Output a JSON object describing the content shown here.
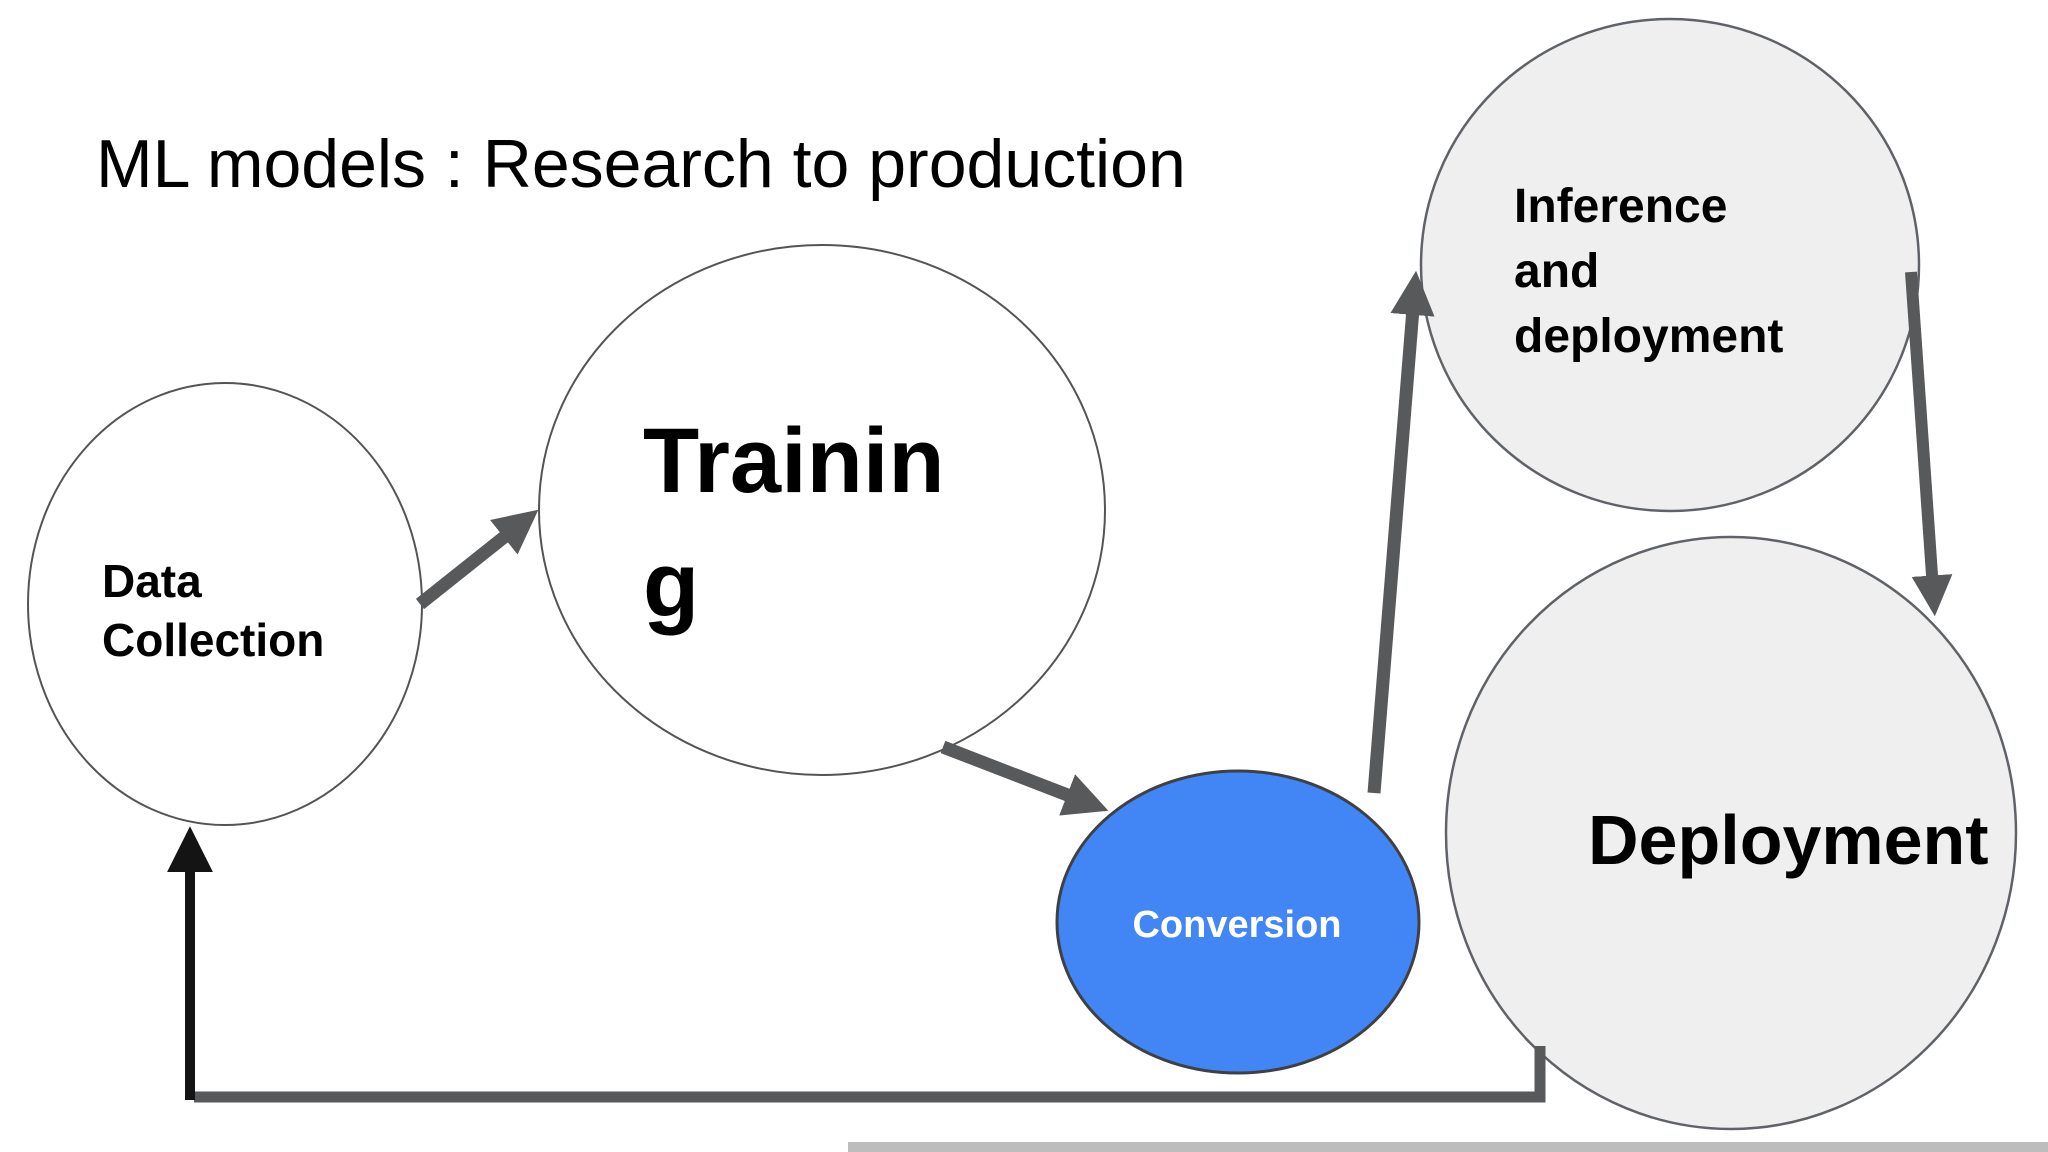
{
  "title": {
    "text": "ML models : Research to production"
  },
  "nodes": {
    "data_collection": {
      "lines": [
        "Data",
        "Collection"
      ]
    },
    "training": {
      "lines": [
        "Trainin",
        "g"
      ]
    },
    "conversion": {
      "lines": [
        "Conversion"
      ]
    },
    "inference": {
      "lines": [
        "Inference",
        "and",
        "deployment"
      ]
    },
    "deployment": {
      "lines": [
        "Deployment"
      ]
    }
  },
  "edges": [
    {
      "from": "data-collection",
      "to": "training"
    },
    {
      "from": "training",
      "to": "conversion"
    },
    {
      "from": "conversion",
      "to": "inference-and-deployment"
    },
    {
      "from": "inference-and-deployment",
      "to": "deployment"
    },
    {
      "from": "deployment",
      "to": "data-collection",
      "type": "feedback-loop"
    }
  ],
  "colors": {
    "background": "#ffffff",
    "node_white_fill": "#ffffff",
    "node_gray_fill": "#efefef",
    "node_blue_fill": "#4285f4",
    "white_node_stroke": "#545454",
    "gray_node_stroke": "#5f6368",
    "blue_node_stroke": "#3e4043",
    "arrow_gray": "#58595b",
    "arrow_black": "#141414",
    "label_black": "#000000",
    "label_white": "#ffffff",
    "bottom_strip": "#bdbdbd"
  }
}
